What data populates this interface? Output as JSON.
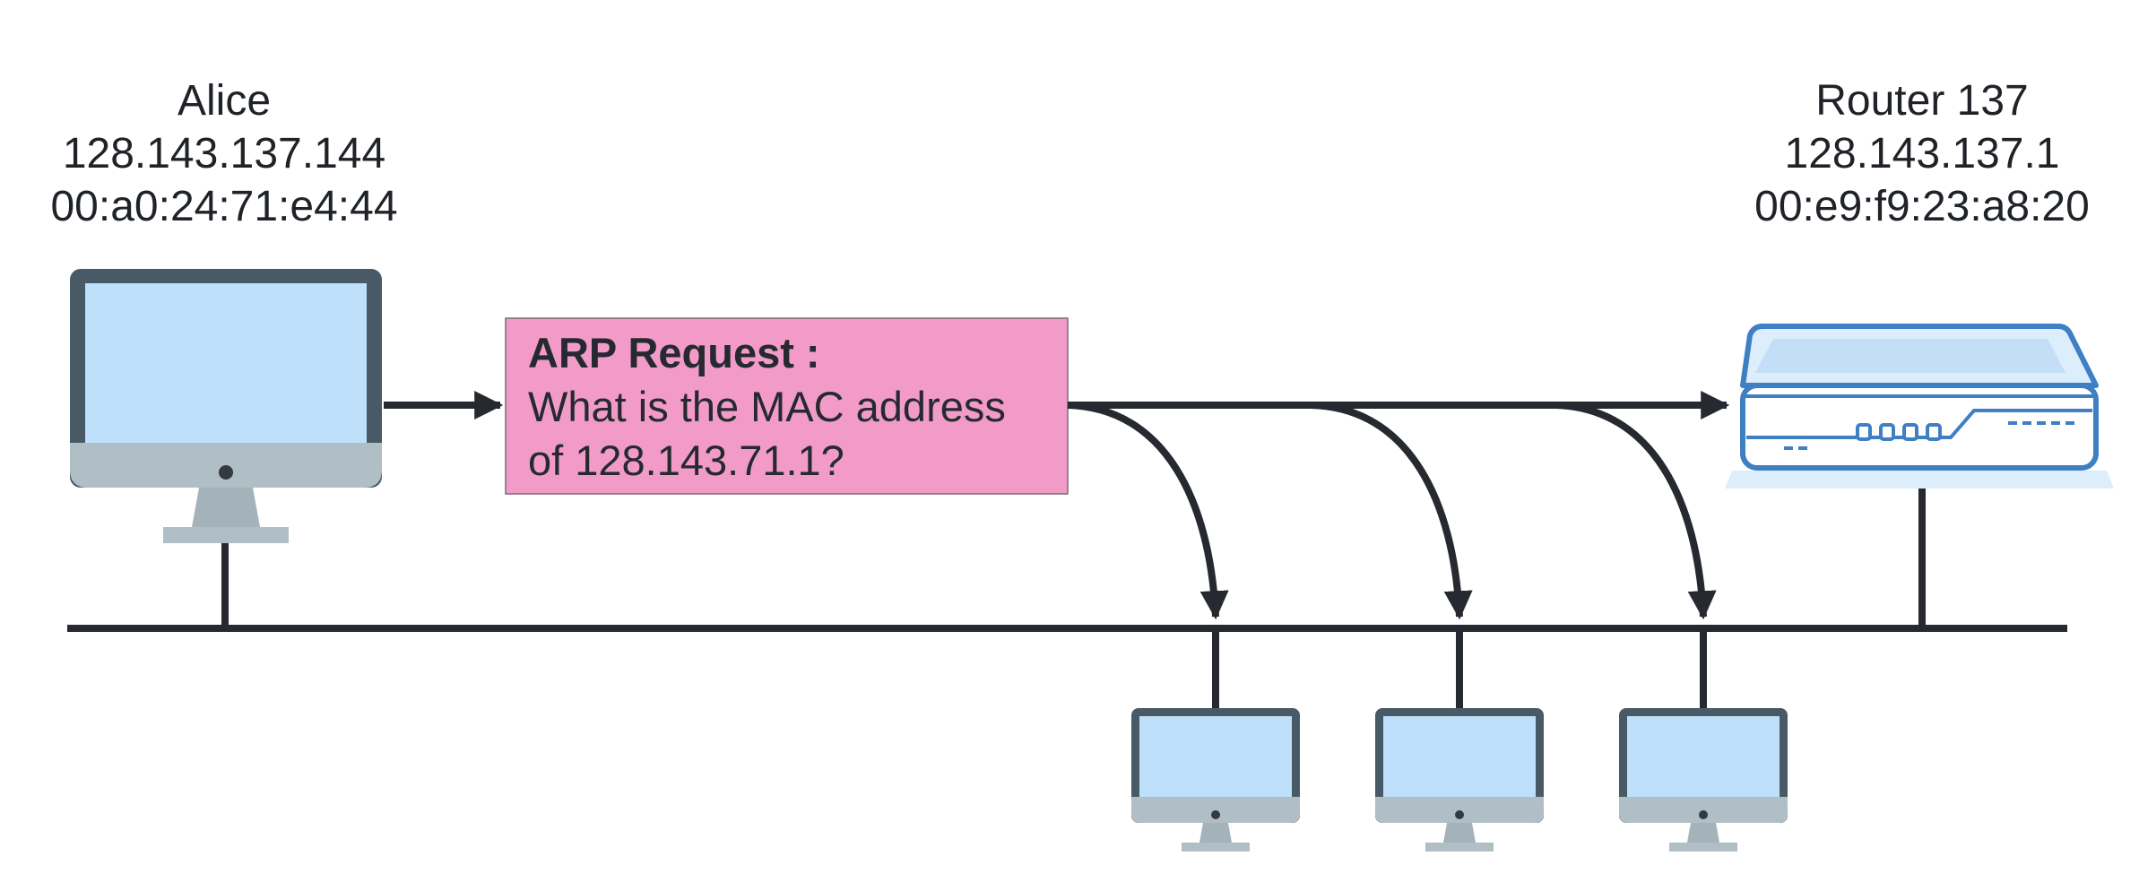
{
  "alice": {
    "name": "Alice",
    "ip": "128.143.137.144",
    "mac": "00:a0:24:71:e4:44"
  },
  "router": {
    "name": "Router 137",
    "ip": "128.143.137.1",
    "mac": "00:e9:f9:23:a8:20"
  },
  "arp_request": {
    "title": "ARP Request :",
    "line1": "What is the MAC address",
    "line2": "of 128.143.71.1?",
    "box_color": "#f29bc9"
  },
  "colors": {
    "wire": "#262a30",
    "screen": "#bfe0fa",
    "monitor_frame": "#485a66",
    "monitor_base": "#b0bec5",
    "router_blue": "#3f7fc4",
    "router_light": "#dceefb"
  },
  "icons": {
    "alice_device": "desktop-computer-icon",
    "router_device": "router-icon",
    "host_device": "desktop-computer-icon"
  },
  "hosts_count": 3
}
